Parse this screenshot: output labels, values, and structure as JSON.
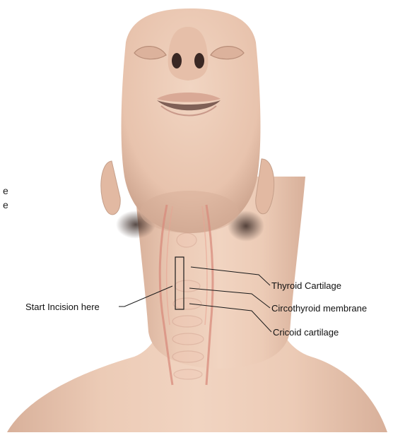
{
  "labels": {
    "thyroid": "Thyroid Cartilage",
    "circothyroid": "Circothyroid membrane",
    "cricoid": "Cricoid cartilage",
    "incision": "Start Incision here"
  },
  "cropped_text": [
    "e",
    "e"
  ],
  "colors": {
    "skin": "#ecc9b3",
    "skin_shadow": "#c59f8a",
    "vessel": "#d88b7c",
    "line": "#1a1a1a",
    "background": "#ffffff"
  }
}
